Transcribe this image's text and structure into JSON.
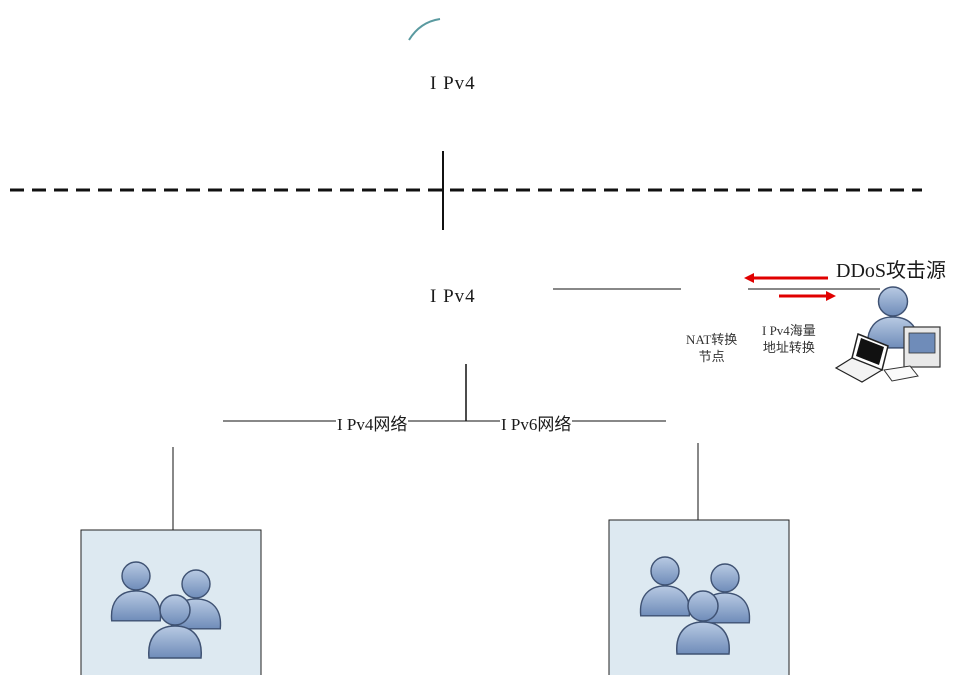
{
  "labels": {
    "top_ipv4": "I Pv4",
    "mid_ipv4": "I Pv4",
    "ipv4_network": "I Pv4网络",
    "ipv6_network": "I Pv6网络",
    "nat_line1": "NAT转换",
    "nat_line2": "节点",
    "translation_line1": "I Pv4海量",
    "translation_line2": "地址转换",
    "ddos_source": "DDoS攻击源"
  },
  "colors": {
    "user_group_fill": "#dde9f1",
    "person_fill": "#8fa7cc",
    "person_stroke": "#3f5273",
    "attack_arrow": "#e00000",
    "cloud_arc": "#5a9aa0"
  },
  "icons": [
    "user-group-icon",
    "attacker-computer-icon",
    "cloud-arc-icon"
  ]
}
